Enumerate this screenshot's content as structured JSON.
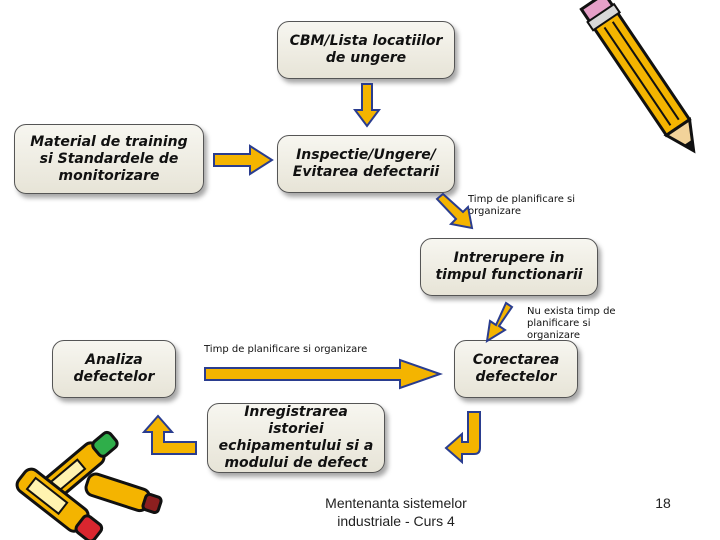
{
  "boxes": {
    "cbm": "CBM/Lista locatiilor de ungere",
    "training": "Material de training si Standardele de monitorizare",
    "inspectie": "Inspectie/Ungere/ Evitarea defectarii",
    "intrerupere": "Intrerupere in timpul functionarii",
    "analiza": "Analiza defectelor",
    "corectarea": "Corectarea defectelor",
    "inregistrarea": "Inregistrarea istoriei echipamentului si a modului de defect"
  },
  "notes": {
    "timp_planificare_1": "Timp de planificare si organizare",
    "nu_exista": "Nu exista timp de planificare si organizare",
    "timp_planificare_2": "Timp de planificare si organizare"
  },
  "footer": {
    "course": "Mentenanta sistemelor industriale - Curs 4",
    "page_number": "18"
  },
  "colors": {
    "arrow_fill": "#f4b400",
    "arrow_stroke": "#2a3d8f",
    "box_border": "#555555"
  }
}
